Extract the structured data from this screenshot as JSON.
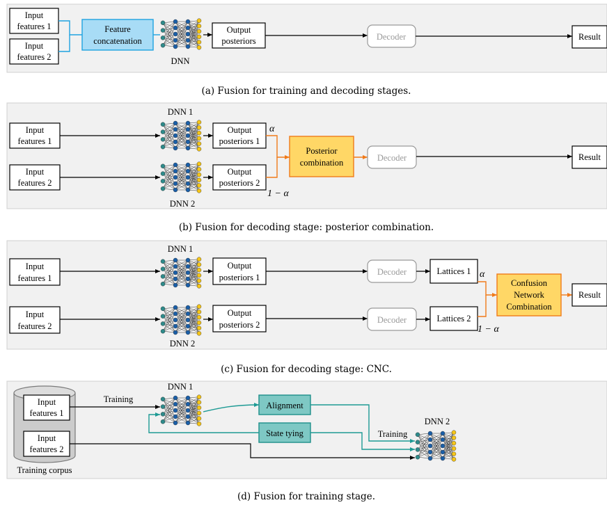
{
  "panel_a": {
    "input1": [
      "Input",
      "features 1"
    ],
    "input2": [
      "Input",
      "features 2"
    ],
    "concat": [
      "Feature",
      "concatenation"
    ],
    "dnn": "DNN",
    "posteriors": [
      "Output",
      "posteriors"
    ],
    "decoder": "Decoder",
    "result": "Result",
    "caption": "(a) Fusion for training and decoding stages."
  },
  "panel_b": {
    "input1": [
      "Input",
      "features 1"
    ],
    "input2": [
      "Input",
      "features 2"
    ],
    "dnn1": "DNN 1",
    "dnn2": "DNN 2",
    "post1": [
      "Output",
      "posteriors 1"
    ],
    "post2": [
      "Output",
      "posteriors 2"
    ],
    "alpha": "α",
    "one_minus_alpha": "1 − α",
    "combination": [
      "Posterior",
      "combination"
    ],
    "decoder": "Decoder",
    "result": "Result",
    "caption": "(b) Fusion for decoding stage: posterior combination."
  },
  "panel_c": {
    "input1": [
      "Input",
      "features 1"
    ],
    "input2": [
      "Input",
      "features 2"
    ],
    "dnn1": "DNN 1",
    "dnn2": "DNN 2",
    "post1": [
      "Output",
      "posteriors 1"
    ],
    "post2": [
      "Output",
      "posteriors 2"
    ],
    "decoder": "Decoder",
    "lattices1": "Lattices 1",
    "lattices2": "Lattices 2",
    "alpha": "α",
    "one_minus_alpha": "1 − α",
    "cnc": [
      "Confusion",
      "Network",
      "Combination"
    ],
    "result": "Result",
    "caption": "(c) Fusion for decoding stage: CNC."
  },
  "panel_d": {
    "input1": [
      "Input",
      "features 1"
    ],
    "input2": [
      "Input",
      "features 2"
    ],
    "corpus": "Training corpus",
    "training1": "Training",
    "training2": "Training",
    "dnn1": "DNN 1",
    "dnn2": "DNN 2",
    "alignment": "Alignment",
    "state_tying": "State tying",
    "caption": "(d) Fusion for training stage."
  },
  "colors": {
    "input_node": "#2e8b8b",
    "hidden_node": "#1a5fa8",
    "output_node": "#f5c518",
    "blue": "#1fa3e0",
    "orange": "#f07a1a",
    "teal": "#1d9a94"
  }
}
